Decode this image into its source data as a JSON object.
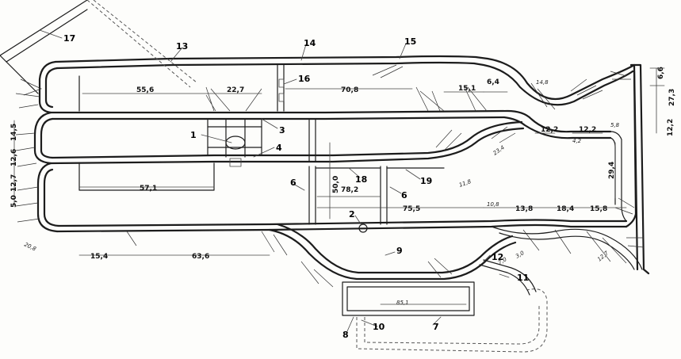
{
  "callouts": {
    "c1": "1",
    "c2": "2",
    "c3": "3",
    "c4": "4",
    "c6a": "6",
    "c6b": "6",
    "c7": "7",
    "c8": "8",
    "c9": "9",
    "c10": "10",
    "c11": "11",
    "c12": "12",
    "c13": "13",
    "c14": "14",
    "c15": "15",
    "c16": "16",
    "c17": "17",
    "c18": "18",
    "c19": "19"
  },
  "dimensions": {
    "d55_6": "55,6",
    "d22_7": "22,7",
    "d70_8": "70,8",
    "d15_1": "15,1",
    "d6_4": "6,4",
    "d14_8": "14,8",
    "d6_6": "6,6",
    "d27_3": "27,3",
    "d12_2_right": "12,2",
    "d12_2_a": "12,2",
    "d12_2_b": "12,2",
    "d5_8": "5,8",
    "d4_2": "4,2",
    "d23_4": "23,4",
    "d29_4": "29,4",
    "d11_8": "11,8",
    "d14_5": "14,5",
    "d12_6": "12,6",
    "d12_7": "12,7",
    "d5_0": "5,0",
    "d57_1": "57,1",
    "d50_0": "50,0",
    "d78_2": "78,2",
    "d75_5": "75,5",
    "d10_8": "10,8",
    "d13_8": "13,8",
    "d18_4": "18,4",
    "d15_8": "15,8",
    "d20_8": "20,8",
    "d15_4": "15,4",
    "d63_6": "63,6",
    "d12_7b": "12,7",
    "d7_0": "7,0",
    "d3_0": "3,0",
    "d85_1": "85,1"
  },
  "colors": {
    "ink": "#1c1c1c",
    "paper": "#fdfdfb"
  }
}
